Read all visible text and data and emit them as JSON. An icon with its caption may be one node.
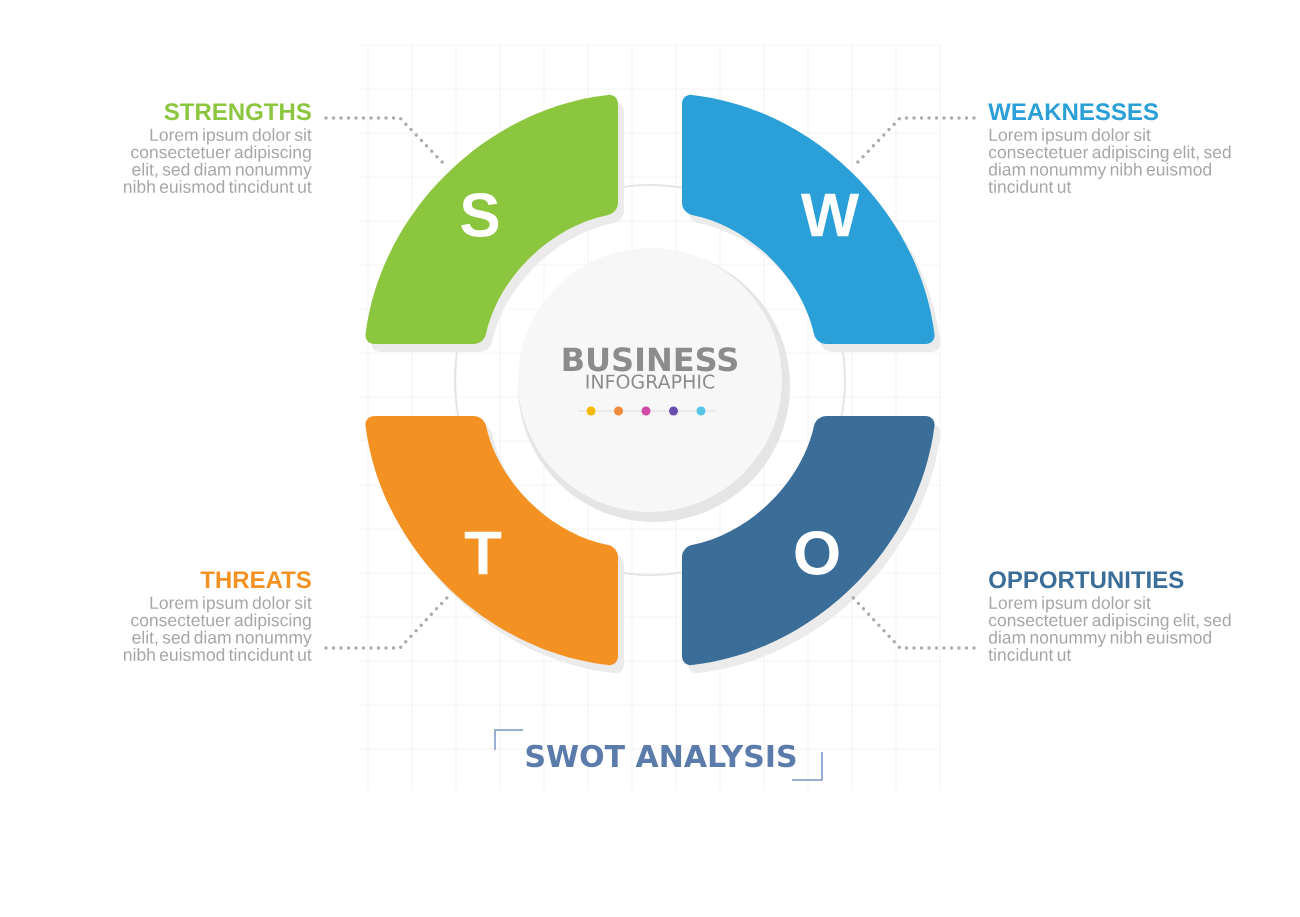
{
  "diagram": {
    "title": "SWOT ANALYSIS",
    "nodes": [
      {
        "text": [
          "BUSINESS",
          "INFOGRAPHIC"
        ]
      },
      {
        "text": [
          "S"
        ]
      },
      {
        "text": [
          "W"
        ]
      },
      {
        "text": [
          "T"
        ]
      },
      {
        "text": [
          "O"
        ]
      },
      {
        "text": [
          "STRENGTHS",
          "Lorem ipsum dolor sit consectetuer adipiscing elit, sed diam nonummy nibh euismod tincidunt ut"
        ]
      },
      {
        "text": [
          "WEAKNESSES",
          "Lorem ipsum dolor sit consectetuer adipiscing elit, sed diam nonummy nibh euismod tincidunt ut"
        ]
      },
      {
        "text": [
          "THREATS",
          "Lorem ipsum dolor sit consectetuer adipiscing elit, sed diam nonummy nibh euismod tincidunt ut"
        ]
      },
      {
        "text": [
          "OPPORTUNITIES",
          "Lorem ipsum dolor sit consectetuer adipiscing elit, sed diam nonummy nibh euismod tincidunt ut"
        ]
      }
    ],
    "edges": [
      {
        "from": 5,
        "to": 1,
        "arrow": "none"
      },
      {
        "from": 6,
        "to": 2,
        "arrow": "none"
      },
      {
        "from": 7,
        "to": 3,
        "arrow": "none"
      },
      {
        "from": 8,
        "to": 4,
        "arrow": "none"
      }
    ]
  }
}
